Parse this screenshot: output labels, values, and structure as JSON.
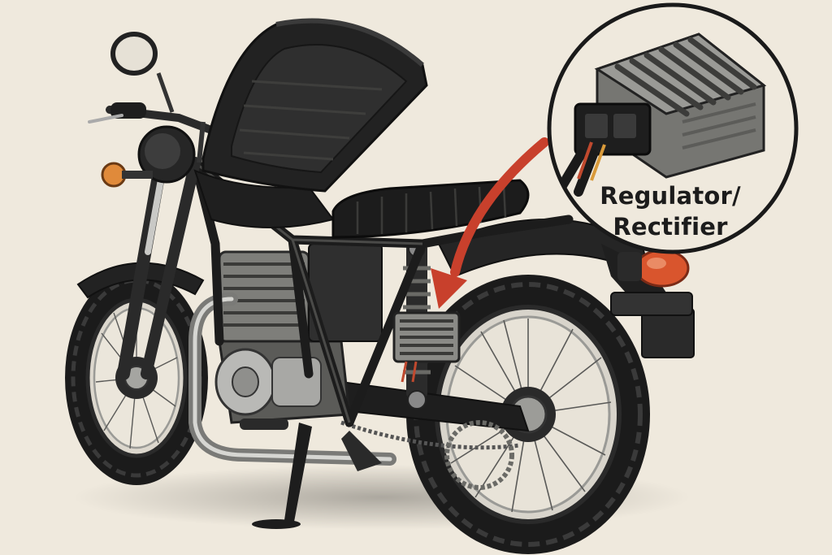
{
  "callout": {
    "label_line1": "Regulator/",
    "label_line2": "Rectifier"
  },
  "colors": {
    "background": "#efe9dd",
    "arrow": "#c8402c",
    "body": "#1f1f1f",
    "chrome": "#b9b9b6",
    "tail_light": "#d9552d",
    "indicator": "#e08a3a"
  },
  "icons": [
    "motorcycle",
    "regulator-rectifier",
    "pointer-arrow",
    "magnifier-callout"
  ]
}
